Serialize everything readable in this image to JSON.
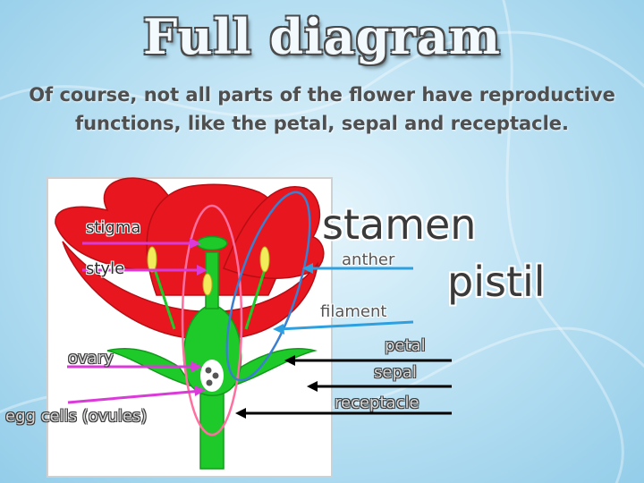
{
  "title": "Full diagram",
  "subtitle_line1": "Of course, not all parts of the flower have reproductive",
  "subtitle_line2": "functions, like the petal, sepal and receptacle.",
  "labels": {
    "stigma": "stigma",
    "style": "style",
    "ovary": "ovary",
    "egg_cells": "egg cells (ovules)",
    "stamen": "stamen",
    "anther": "anther",
    "filament": "filament",
    "pistil": "pistil",
    "petal": "petal",
    "sepal": "sepal",
    "receptacle": "receptacle"
  },
  "colors": {
    "petal": "#e8171f",
    "stem": "#1ec92a",
    "anther": "#f3ec5a",
    "pistil_outline": "#ff6fa0",
    "stamen_outline": "#3b7fd0",
    "pointer_magenta": "#d93ad8",
    "pointer_blue": "#2ea0e0",
    "pointer_black": "#000000"
  }
}
